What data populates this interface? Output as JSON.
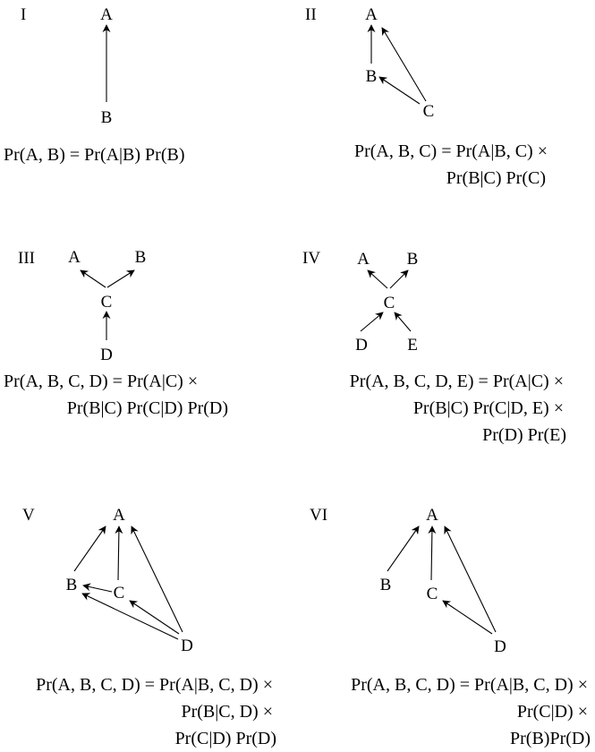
{
  "panels": [
    {
      "label": "I",
      "nodes": {
        "A": "A",
        "B": "B"
      },
      "equation": [
        "Pr(A, B) = Pr(A|B) Pr(B)"
      ]
    },
    {
      "label": "II",
      "nodes": {
        "A": "A",
        "B": "B",
        "C": "C"
      },
      "equation": [
        "Pr(A, B, C) = Pr(A|B, C) ×",
        "Pr(B|C) Pr(C)"
      ]
    },
    {
      "label": "III",
      "nodes": {
        "A": "A",
        "B": "B",
        "C": "C",
        "D": "D"
      },
      "equation": [
        "Pr(A, B, C, D) = Pr(A|C) ×",
        "Pr(B|C) Pr(C|D) Pr(D)"
      ]
    },
    {
      "label": "IV",
      "nodes": {
        "A": "A",
        "B": "B",
        "C": "C",
        "D": "D",
        "E": "E"
      },
      "equation": [
        "Pr(A, B, C, D, E) = Pr(A|C) ×",
        "Pr(B|C) Pr(C|D, E) ×",
        "Pr(D) Pr(E)"
      ]
    },
    {
      "label": "V",
      "nodes": {
        "A": "A",
        "B": "B",
        "C": "C",
        "D": "D"
      },
      "equation": [
        "Pr(A, B, C, D) = Pr(A|B, C, D) ×",
        "Pr(B|C, D) ×",
        "Pr(C|D) Pr(D)"
      ]
    },
    {
      "label": "VI",
      "nodes": {
        "A": "A",
        "B": "B",
        "C": "C",
        "D": "D"
      },
      "equation": [
        "Pr(A, B, C, D) = Pr(A|B, C, D) ×",
        "Pr(C|D) ×",
        "Pr(B)Pr(D)"
      ]
    }
  ]
}
